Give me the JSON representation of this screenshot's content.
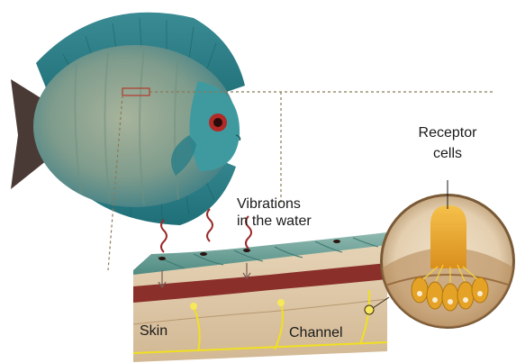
{
  "labels": {
    "vibrations_line1": "Vibrations",
    "vibrations_line2": "in the water",
    "receptor_line1": "Receptor",
    "receptor_line2": "cells",
    "skin": "Skin",
    "channel": "Channel"
  },
  "colors": {
    "fish_body": "#7f9c8c",
    "fish_fin_blue": "#2f8f95",
    "fish_tail": "#4a3a36",
    "skin_top": "#5f9a8e",
    "skin_tissue": "#d8c4a4",
    "channel": "#8a2f2a",
    "nerve": "#f0e020",
    "receptor_cup": "#e3a72c",
    "vibration_wave": "#9a2a2a",
    "leader_line": "#8a7a55"
  }
}
